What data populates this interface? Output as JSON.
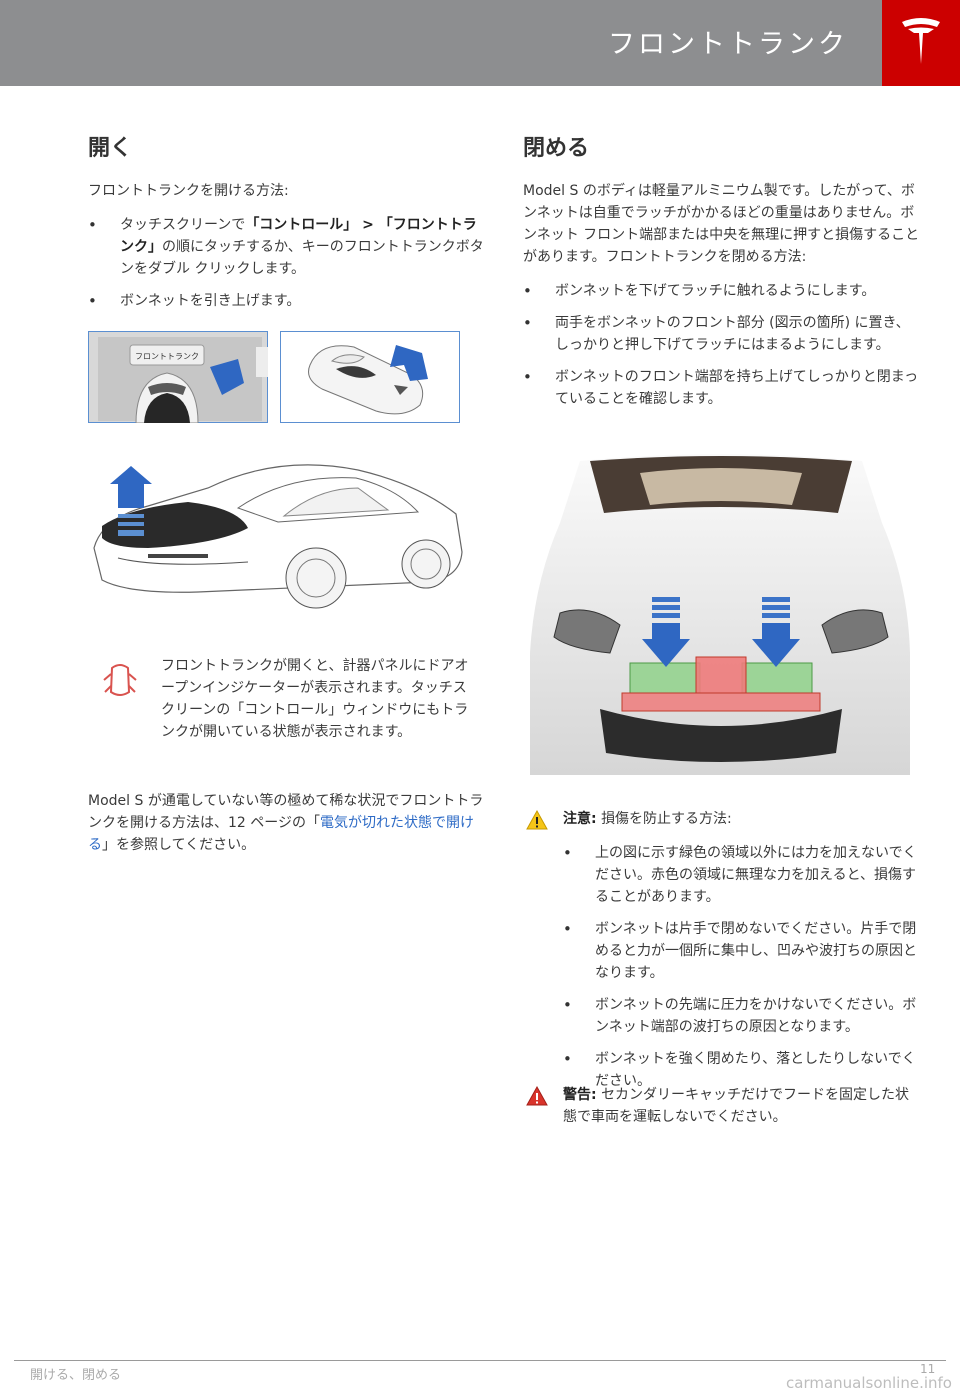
{
  "header": {
    "title": "フロントトランク",
    "logo": "tesla-logo-icon",
    "accent": "#cc0000",
    "bar_color": "#8d8e90"
  },
  "open": {
    "heading": "開く",
    "intro": "フロントトランクを開ける方法:",
    "b1_pre": "タッチスクリーンで",
    "b1_bold": "「コントロール」 > 「フロントトランク」",
    "b1_post": "の順にタッチするか、キーのフロントトランクボタンをダブル クリックします。",
    "b2": "ボンネットを引き上げます。",
    "screen_button": "フロントトランク",
    "indicator_text": "フロントトランクが開くと、計器パネルにドアオープンインジケーターが表示されます。タッチスクリーンの「コントロール」ウィンドウにもトランクが開いている状態が表示されます。",
    "final_pre": "Model S が通電していない等の極めて稀な状況でフロントトランクを開ける方法は、12 ページの「",
    "final_link": "電気が切れた状態で開ける",
    "final_post": "」を参照してください。"
  },
  "close": {
    "heading": "閉める",
    "intro": "Model S のボディは軽量アルミニウム製です。したがって、ボンネットは自重でラッチがかかるほどの重量はありません。ボンネット フロント端部または中央を無理に押すと損傷することがあります。フロントトランクを閉める方法:",
    "bullets": [
      "ボンネットを下げてラッチに触れるようにします。",
      "両手をボンネットのフロント部分 (図示の箇所) に置き、しっかりと押し下げてラッチにはまるようにします。",
      "ボンネットのフロント端部を持ち上げてしっかりと閉まっていることを確認します。"
    ],
    "caution_label": "注意:",
    "caution_text": "損傷を防止する方法:",
    "caution_bullets": [
      "上の図に示す緑色の領域以外には力を加えないでください。赤色の領域に無理な力を加えると、損傷することがあります。",
      "ボンネットは片手で閉めないでください。片手で閉めると力が一個所に集中し、凹みや波打ちの原因となります。",
      "ボンネットの先端に圧力をかけないでください。ボンネット端部の波打ちの原因となります。",
      "ボンネットを強く閉めたり、落としたりしないでください。"
    ],
    "warning_label": "警告:",
    "warning_text": "セカンダリーキャッチだけでフードを固定した状態で車両を運転しないでください。"
  },
  "footer": {
    "section": "開ける、閉める",
    "page": "11",
    "watermark": "carmanualsonline.info"
  }
}
